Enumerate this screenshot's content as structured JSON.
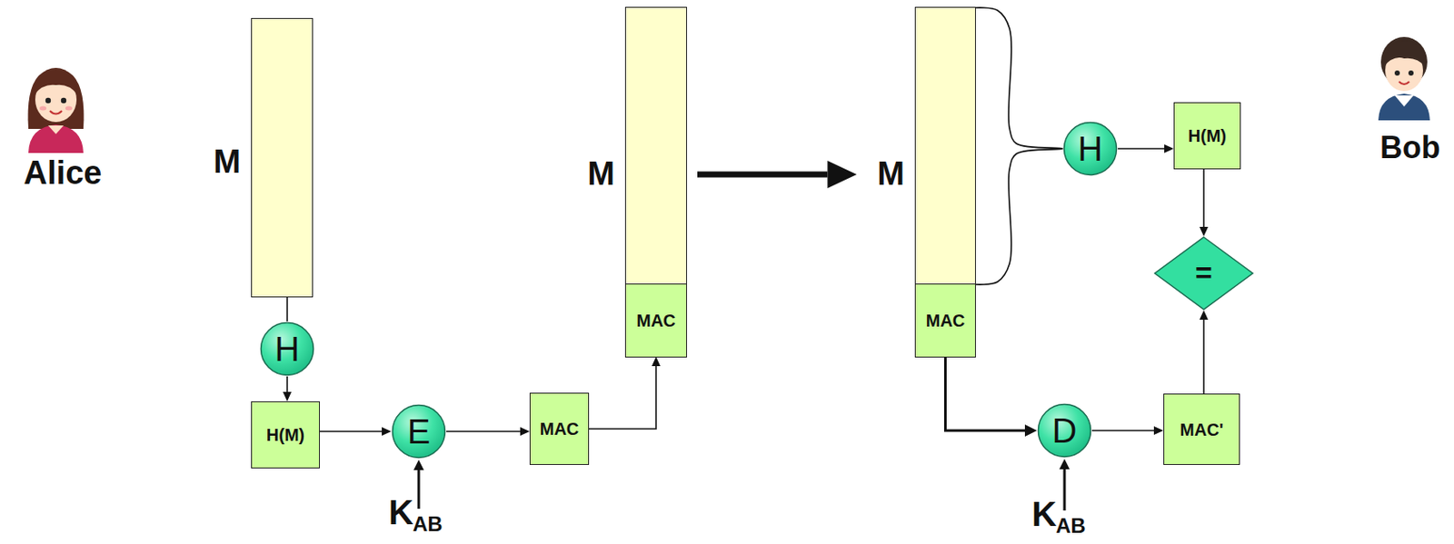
{
  "diagram": {
    "nodes": [
      {
        "text": [
          "M"
        ]
      },
      {
        "text": [
          "H"
        ]
      },
      {
        "text": [
          "H(M)"
        ]
      },
      {
        "text": [
          "E"
        ]
      },
      {
        "text": [
          "MAC"
        ]
      },
      {
        "text": [
          "M"
        ]
      },
      {
        "text": [
          "MAC"
        ],
        "in": 5
      },
      {
        "text": [
          "M"
        ]
      },
      {
        "text": [
          "MAC"
        ],
        "in": 7
      },
      {
        "text": [
          "H"
        ]
      },
      {
        "text": [
          "H(M)"
        ]
      },
      {
        "text": [
          "="
        ]
      },
      {
        "text": [
          "D"
        ]
      },
      {
        "text": [
          "MAC'"
        ]
      }
    ],
    "edges": [
      {
        "from": 0,
        "to": 1,
        "arrow": "none"
      },
      {
        "from": 1,
        "to": 2,
        "arrow": "to"
      },
      {
        "from": 2,
        "to": 3,
        "arrow": "to"
      },
      {
        "from": 3,
        "to": 4,
        "arrow": "to"
      },
      {
        "from": 4,
        "to": 6,
        "arrow": "to"
      },
      {
        "from": 5,
        "to": 7,
        "arrow": "to"
      },
      {
        "from": 7,
        "to": 9,
        "arrow": "none"
      },
      {
        "from": 9,
        "to": 10,
        "arrow": "to"
      },
      {
        "from": 10,
        "to": 11,
        "arrow": "to"
      },
      {
        "from": 8,
        "to": 12,
        "arrow": "to"
      },
      {
        "from": 12,
        "to": 13,
        "arrow": "to"
      },
      {
        "from": 13,
        "to": 11,
        "arrow": "to"
      }
    ],
    "labels": [
      "Alice",
      "K",
      "AB",
      "K",
      "AB",
      "Bob"
    ]
  }
}
